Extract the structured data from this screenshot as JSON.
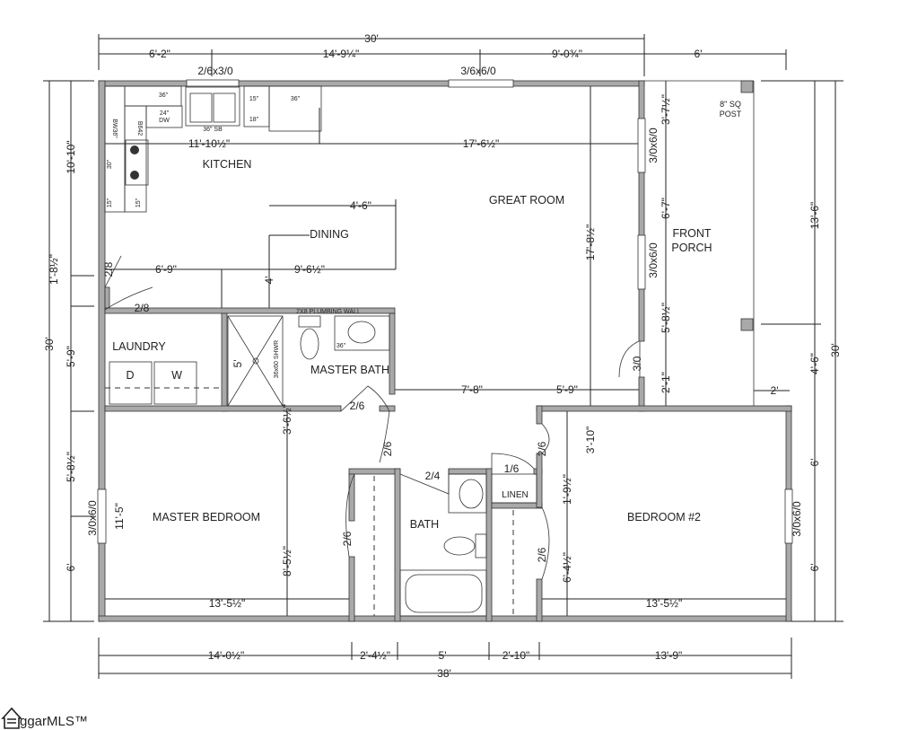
{
  "rooms": {
    "kitchen": "KITCHEN",
    "great_room": "GREAT ROOM",
    "dining": "DINING",
    "front_porch_1": "FRONT",
    "front_porch_2": "PORCH",
    "laundry": "LAUNDRY",
    "master_bath": "MASTER BATH",
    "master_bedroom": "MASTER BEDROOM",
    "bath": "BATH",
    "linen": "LINEN",
    "bedroom2": "BEDROOM #2"
  },
  "dimensions": {
    "top_total": "30'",
    "top_1": "6'-2\"",
    "top_2": "14'-9¼\"",
    "top_3": "9'-0¾\"",
    "top_porch": "6'",
    "kitchen_width": "11'-10½\"",
    "great_room_width": "17'-6½\"",
    "dining_width": "4'-6\"",
    "left_hall": "6'-9\"",
    "dining_span": "9'-6½\"",
    "dining_depth": "4'",
    "porch_1": "3'-7½\"",
    "porch_2": "6'-7\"",
    "porch_3": "5'-8½\"",
    "porch_4": "2'-1\"",
    "great_room_depth": "17'-8½\"",
    "right_1": "13'-6\"",
    "right_2": "4'-6\"",
    "right_total": "30'",
    "post_offset": "2'",
    "right_3": "6'",
    "right_4": "6'",
    "left_1": "10'-10\"",
    "left_2": "1'-8½\"",
    "left_total": "30'",
    "left_3": "5'-9\"",
    "left_4": "5'-8½\"",
    "left_5": "6'",
    "mbr_depth": "11'-5\"",
    "shower_len": "5'",
    "hall_1": "7'-8\"",
    "hall_2": "5'-9\"",
    "hall_depth_1": "3'-6½\"",
    "hall_depth_2": "3'-10\"",
    "mbr_closet": "8'-5½\"",
    "br2_1": "1'-9½\"",
    "br2_2": "6'-4½\"",
    "mbr_width": "13'-5½\"",
    "br2_width": "13'-5½\"",
    "bottom_1": "14'-0½\"",
    "bottom_2": "2'-4½\"",
    "bottom_3": "5'",
    "bottom_4": "2'-10\"",
    "bottom_5": "13'-9\"",
    "bottom_total": "38'"
  },
  "openings": {
    "kitchen_window": "2/6x3/0",
    "great_room_window": "3/6x6/0",
    "porch_window_1": "3/0x6/0",
    "porch_window_2": "3/0x6/0",
    "front_door": "3/0",
    "br2_window": "3/0x6/0",
    "mbr_window": "3/0x6/0",
    "laundry_door_1": "2/8",
    "laundry_door_2": "2/8",
    "master_bath_door": "2/6",
    "mbr_door": "2/6",
    "br2_door": "2/6",
    "mbr_closet_door": "2/6",
    "br2_closet_door": "2/6",
    "bath_door": "2/4",
    "linen_door": "1/6"
  },
  "fixtures": {
    "upper_cab": "36\"",
    "dw_1": "24\"",
    "dw_2": "DW",
    "sink": "36\" SB",
    "cab_15": "15\"",
    "cab_18": "18\"",
    "cab_36": "36\"",
    "bw36": "BW36\"",
    "b642": "B642",
    "range": "30\"",
    "base_15a": "15\"",
    "base_15b": "15\"",
    "post_1": "8\" SQ",
    "post_2": "POST",
    "dryer": "D",
    "washer": "W",
    "shower": "36x60 SHWR",
    "plumbing_wall": "2X8 PLUMBING WALL",
    "vanity": "36\""
  },
  "logo": "ggarMLS™"
}
